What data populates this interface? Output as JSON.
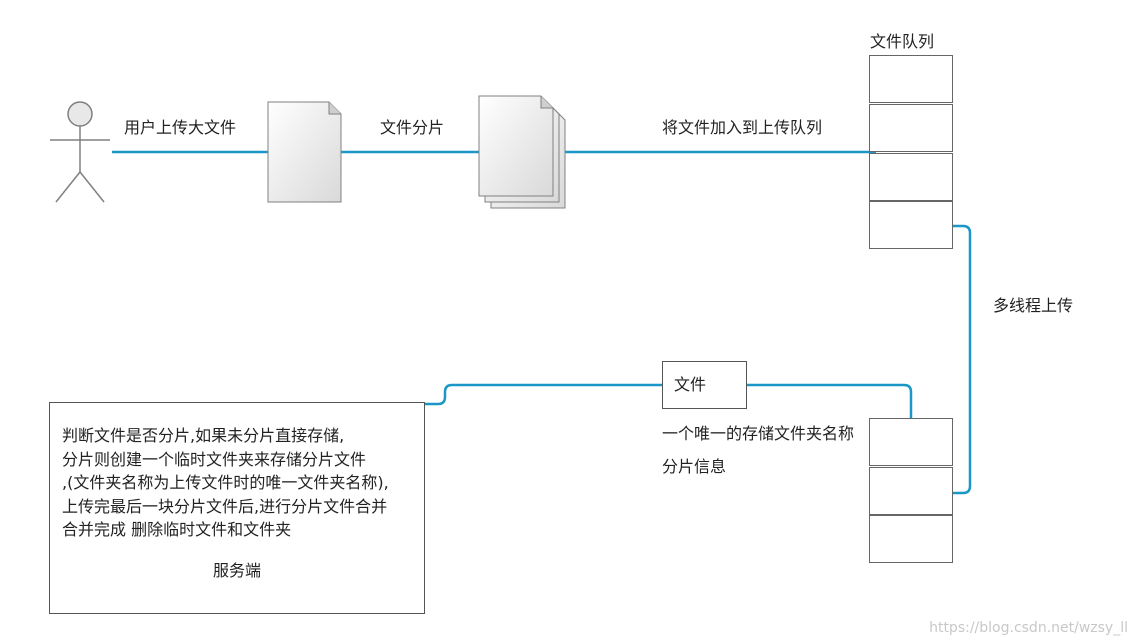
{
  "labels": {
    "user_upload": "用户上传大文件",
    "file_split": "文件分片",
    "add_to_queue": "将文件加入到上传队列",
    "queue_title": "文件队列",
    "multi_thread": "多线程上传",
    "file_box": "文件",
    "unique_folder": "一个唯一的存储文件夹名称",
    "chunk_info": "分片信息"
  },
  "server": {
    "lines": [
      "判断文件是否分片,如果未分片直接存储,",
      "分片则创建一个临时文件夹来存储分片文件",
      ",(文件夹名称为上传文件时的唯一文件夹名称),",
      "上传完最后一块分片文件后,进行分片文件合并",
      "合并完成 删除临时文件和文件夹"
    ],
    "label": "服务端"
  },
  "watermark": "https://blog.csdn.net/wzsy_ll",
  "colors": {
    "connector": "#1a97c6",
    "stroke": "#666666",
    "doc_fill": "#ececec"
  }
}
